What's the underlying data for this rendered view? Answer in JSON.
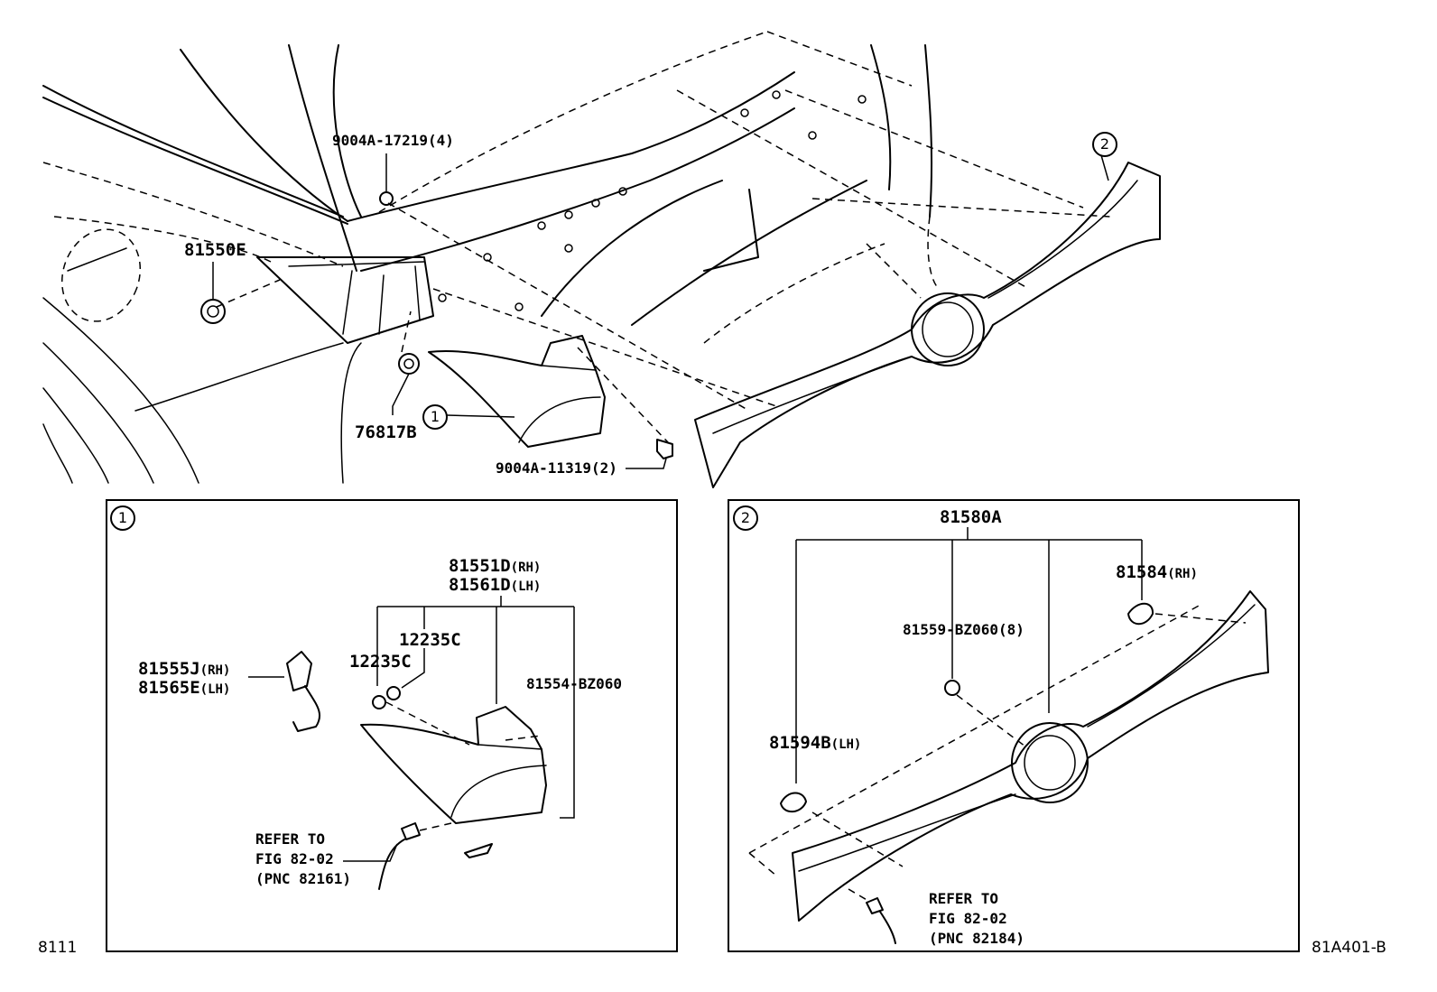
{
  "diagram": {
    "top": {
      "callout_1": "1",
      "callout_2": "2",
      "labels": {
        "p9004a_17219": "9004A-17219(4)",
        "p81550e": "81550E",
        "p76817b": "76817B",
        "p9004a_11319": "9004A-11319(2)"
      }
    },
    "inset_1": {
      "marker": "1",
      "p81551d": "81551D",
      "p81551d_sfx": "(RH)",
      "p81561d": "81561D",
      "p81561d_sfx": "(LH)",
      "p12235c_a": "12235C",
      "p12235c_b": "12235C",
      "p81555j": "81555J",
      "p81555j_sfx": "(RH)",
      "p81565e": "81565E",
      "p81565e_sfx": "(LH)",
      "p81554_bz060": "81554-BZ060",
      "refer_line1": "REFER TO",
      "refer_line2": "FIG 82-02",
      "refer_line3": "(PNC 82161)"
    },
    "inset_2": {
      "marker": "2",
      "p81580a": "81580A",
      "p81584": "81584",
      "p81584_sfx": "(RH)",
      "p81559_bz060": "81559-BZ060(8)",
      "p81594b": "81594B",
      "p81594b_sfx": "(LH)",
      "refer_line1": "REFER TO",
      "refer_line2": "FIG 82-02",
      "refer_line3": "(PNC 82184)"
    },
    "footer": {
      "left_code": "8111",
      "right_code": "81A401-B"
    }
  }
}
